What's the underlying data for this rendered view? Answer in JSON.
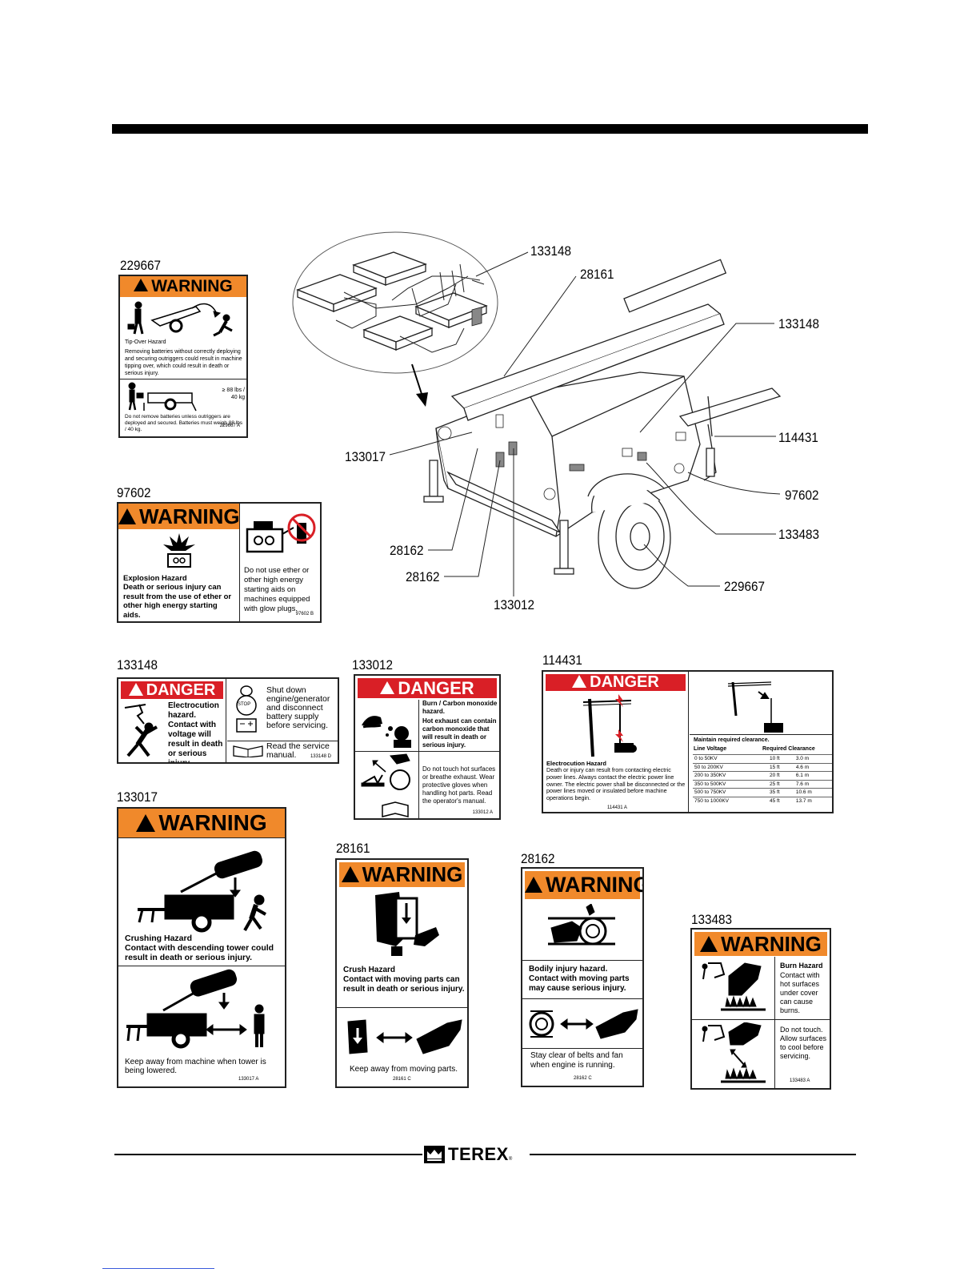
{
  "diagram_callouts": [
    "133148",
    "28161",
    "133148",
    "114431",
    "97602",
    "133483",
    "229667",
    "133017",
    "28162",
    "28162",
    "133012"
  ],
  "decals": {
    "d229667": {
      "part": "229667",
      "header": "WARNING",
      "title": "Tip-Over Hazard",
      "body": "Removing batteries without correctly deploying and securing outriggers could result in machine tipping over, which could result in death or serious injury.",
      "weight": "≥ 88 lbs / 40 kg",
      "note": "Do not remove batteries unless outriggers are deployed and secured. Batteries must weigh 88 lbs / 40 kg.",
      "code": "229667 A"
    },
    "d97602": {
      "part": "97602",
      "header": "WARNING",
      "title": "Explosion Hazard",
      "body": "Death or serious injury can result from the use of ether or other high energy starting aids.",
      "right": "Do not use ether or other high energy starting aids on machines equipped with glow plugs.",
      "code": "97602 B"
    },
    "d133148": {
      "part": "133148",
      "header": "DANGER",
      "body": "Electrocution hazard. Contact with voltage will result in death or serious injury.",
      "stop": "STOP",
      "right1": "Shut down engine/generator and disconnect battery supply before servicing.",
      "right2": "Read the service manual.",
      "code": "133148 D"
    },
    "d133012": {
      "part": "133012",
      "header": "DANGER",
      "t1": "Burn / Carbon monoxide hazard.",
      "t2": "Hot exhaust can contain carbon monoxide that will result in death or serious injury.",
      "t3": "Do not touch hot surfaces or breathe exhaust. Wear protective gloves when handling hot parts. Read the operator's manual.",
      "code": "133012 A"
    },
    "d114431": {
      "part": "114431",
      "header": "DANGER",
      "title": "Electrocution Hazard",
      "body": "Death or injury can result from contacting electric power lines. Always contact the electric power line owner. The electric power shall be disconnected or the power lines moved or insulated before machine operations begin.",
      "code": "114431 A",
      "table_title": "Maintain required clearance.",
      "col1": "Line Voltage",
      "col2": "Required Clearance",
      "rows": [
        [
          "0 to 50KV",
          "10 ft",
          "3.0 m"
        ],
        [
          "50 to 200KV",
          "15 ft",
          "4.6 m"
        ],
        [
          "200 to 350KV",
          "20 ft",
          "6.1 m"
        ],
        [
          "350 to 500KV",
          "25 ft",
          "7.6 m"
        ],
        [
          "500 to 750KV",
          "35 ft",
          "10.6 m"
        ],
        [
          "750 to 1000KV",
          "45 ft",
          "13.7 m"
        ]
      ]
    },
    "d133017": {
      "part": "133017",
      "header": "WARNING",
      "title": "Crushing Hazard",
      "body": "Contact with descending tower could result in death or serious injury.",
      "bottom": "Keep away from machine when tower is being lowered.",
      "code": "133017 A"
    },
    "d28161": {
      "part": "28161",
      "header": "WARNING",
      "title": "Crush Hazard",
      "body": "Contact with moving parts can result in death or serious injury.",
      "bottom": "Keep away from moving parts.",
      "code": "28161 C"
    },
    "d28162": {
      "part": "28162",
      "header": "WARNING",
      "title": "Bodily injury hazard.",
      "body": "Contact with moving parts may cause serious injury.",
      "bottom": "Stay clear of belts and fan when engine is running.",
      "code": "28162 C"
    },
    "d133483": {
      "part": "133483",
      "header": "WARNING",
      "title": "Burn Hazard",
      "body": "Contact with hot surfaces under cover can cause burns.",
      "bottom": "Do not touch. Allow surfaces to cool before servicing.",
      "code": "133483 A"
    }
  },
  "footer": {
    "brand": "TEREX"
  },
  "colors": {
    "warning": "#f0892b",
    "danger": "#d91f26"
  }
}
